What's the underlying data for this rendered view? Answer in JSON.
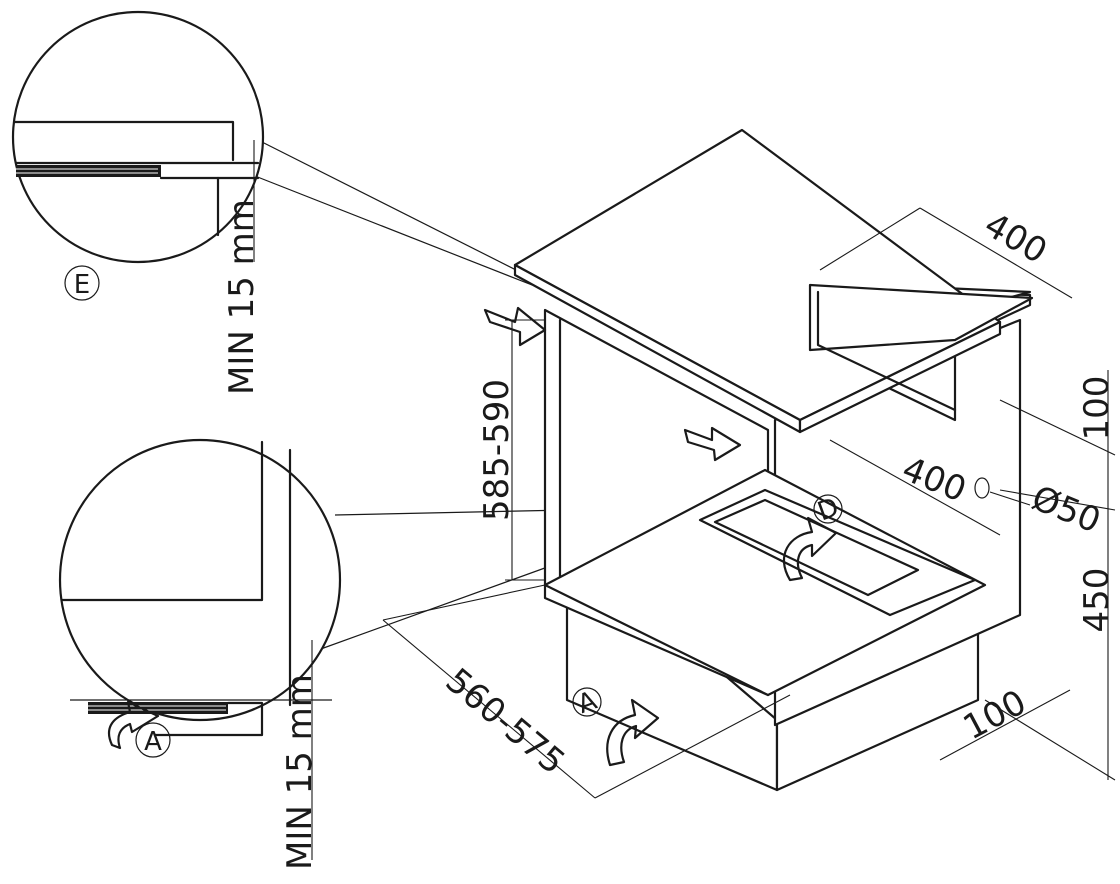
{
  "labels": {
    "detail_e": "E",
    "detail_a_zoom": "A",
    "min_gap_top": "MIN 15 mm",
    "min_gap_bottom": "MIN 15 mm",
    "height_range": "585-590",
    "width_range": "560-575",
    "dim_400_top": "400",
    "dim_100_right": "100",
    "dim_400_mid": "400",
    "dim_diameter": "Ø50",
    "dim_450": "450",
    "dim_100_bottom": "100",
    "marker_d": "D",
    "marker_a": "A"
  }
}
